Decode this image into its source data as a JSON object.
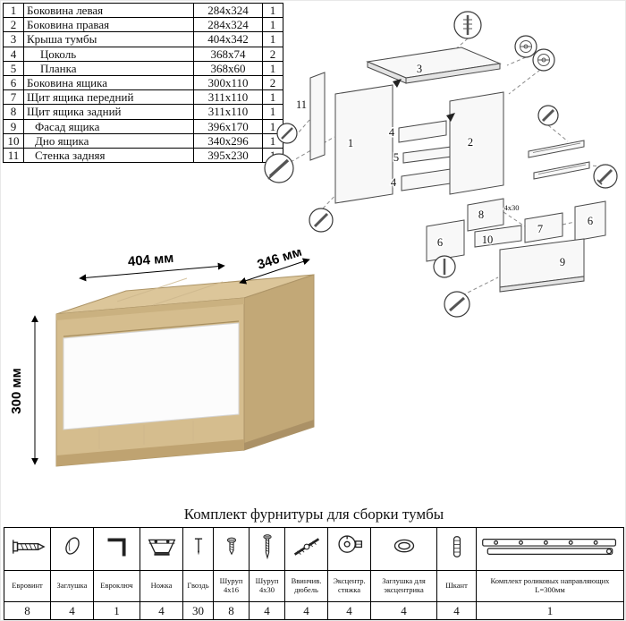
{
  "parts_table": {
    "rows": [
      {
        "num": "1",
        "name": "Боковина левая",
        "size": "284x324",
        "qty": "1"
      },
      {
        "num": "2",
        "name": "Боковина правая",
        "size": "284x324",
        "qty": "1"
      },
      {
        "num": "3",
        "name": "Крыша тумбы",
        "size": "404x342",
        "qty": "1"
      },
      {
        "num": "4",
        "name": "Цоколь",
        "size": "368x74",
        "qty": "2"
      },
      {
        "num": "5",
        "name": "Планка",
        "size": "368x60",
        "qty": "1"
      },
      {
        "num": "6",
        "name": "Боковина ящика",
        "size": "300x110",
        "qty": "2"
      },
      {
        "num": "7",
        "name": "Щит ящика передний",
        "size": "311x110",
        "qty": "1"
      },
      {
        "num": "8",
        "name": "Щит ящика задний",
        "size": "311x110",
        "qty": "1"
      },
      {
        "num": "9",
        "name": "Фасад ящика",
        "size": "396x170",
        "qty": "1"
      },
      {
        "num": "10",
        "name": "Дно ящика",
        "size": "340x296",
        "qty": "1"
      },
      {
        "num": "11",
        "name": "Стенка задняя",
        "size": "395x230",
        "qty": "1"
      }
    ]
  },
  "product": {
    "width_label": "404 мм",
    "depth_label": "346 мм",
    "height_label": "300 мм"
  },
  "diagram": {
    "labels": {
      "top_panel": "3",
      "back_wall": "11",
      "left_side": "1",
      "right_side": "2",
      "plinth_a": "4",
      "plinth_b": "4",
      "bar": "5",
      "drawer_side_left": "6",
      "drawer_side_right": "6",
      "drawer_front": "7",
      "drawer_back": "8",
      "facade": "9",
      "drawer_bottom": "10",
      "screw_note": "4х30"
    }
  },
  "hardware": {
    "title": "Комплект фурнитуры для сборки тумбы",
    "items": [
      {
        "label": "Евровинт",
        "qty": "8",
        "icon": "euro-screw-icon"
      },
      {
        "label": "Заглушка",
        "qty": "4",
        "icon": "cap-icon"
      },
      {
        "label": "Евроключ",
        "qty": "1",
        "icon": "hex-key-icon"
      },
      {
        "label": "Ножка",
        "qty": "4",
        "icon": "leg-icon"
      },
      {
        "label": "Гвоздь",
        "qty": "30",
        "icon": "nail-icon"
      },
      {
        "label": "Шуруп 4х16",
        "qty": "8",
        "icon": "screw-4x16-icon"
      },
      {
        "label": "Шуруп 4х30",
        "qty": "4",
        "icon": "screw-4x30-icon"
      },
      {
        "label": "Ввинчив. дюбель",
        "qty": "4",
        "icon": "dowel-screw-icon"
      },
      {
        "label": "Эксцентр. стяжка",
        "qty": "4",
        "icon": "cam-lock-icon"
      },
      {
        "label": "Заглушка для эксцентрика",
        "qty": "4",
        "icon": "cam-cap-icon"
      },
      {
        "label": "Шкант",
        "qty": "4",
        "icon": "dowel-icon"
      },
      {
        "label": "Комплект роликовых направляющих L=300мм",
        "qty": "1",
        "icon": "rail-icon"
      }
    ]
  }
}
